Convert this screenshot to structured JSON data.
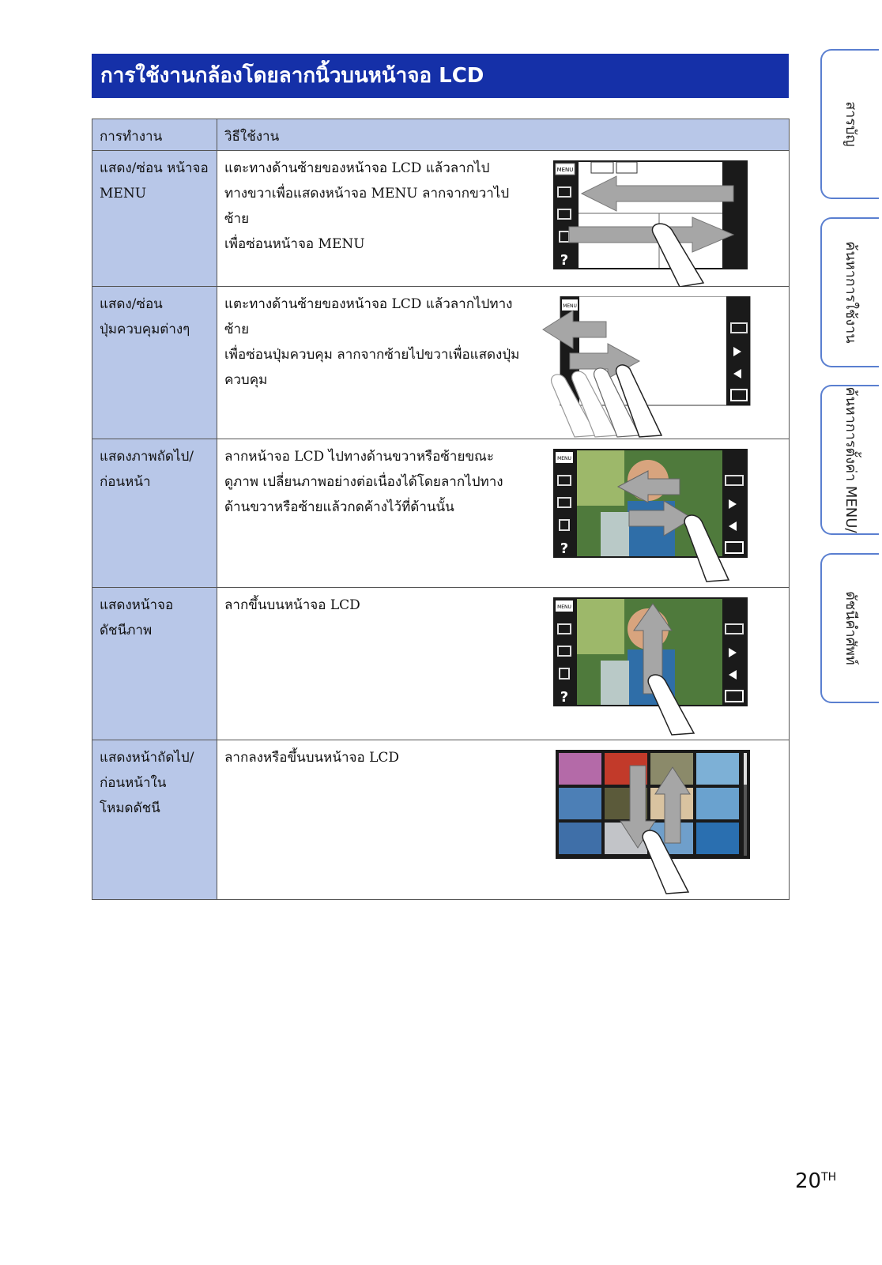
{
  "page": {
    "title": "การใช้งานกล้องโดยลากนิ้วบนหน้าจอ LCD",
    "page_number": "20",
    "page_suffix": "TH"
  },
  "side_tabs": [
    {
      "label": "สารบัญ"
    },
    {
      "label": "ค้นหาการใช้งาน"
    },
    {
      "label": "ค้นหาการตั้งค่า MENU/"
    },
    {
      "label": "ดัชนีคำศัพท์"
    }
  ],
  "table": {
    "headers": [
      "การทำงาน",
      "วิธีใช้งาน"
    ],
    "rows": [
      {
        "op": [
          "แสดง/ซ่อน หน้าจอ",
          "MENU"
        ],
        "desc": [
          "แตะทางด้านซ้ายของหน้าจอ LCD แล้วลากไป",
          "ทางขวาเพื่อแสดงหน้าจอ MENU ลากจากขวาไปซ้าย",
          "เพื่อซ่อนหน้าจอ MENU"
        ],
        "illustration": "menu-show-hide-illustration"
      },
      {
        "op": [
          "แสดง/ซ่อน",
          "ปุ่มควบคุมต่างๆ"
        ],
        "desc": [
          "แตะทางด้านซ้ายของหน้าจอ LCD แล้วลากไปทางซ้าย",
          "เพื่อซ่อนปุ่มควบคุม ลากจากซ้ายไปขวาเพื่อแสดงปุ่ม",
          "ควบคุม"
        ],
        "illustration": "controls-show-hide-illustration"
      },
      {
        "op": [
          "แสดงภาพถัดไป/",
          "ก่อนหน้า"
        ],
        "desc": [
          "ลากหน้าจอ LCD ไปทางด้านขวาหรือซ้ายขณะ",
          "ดูภาพ   เปลี่ยนภาพอย่างต่อเนื่องได้โดยลากไปทาง",
          "ด้านขวาหรือซ้ายแล้วกดค้างไว้ที่ด้านนั้น"
        ],
        "illustration": "next-prev-image-illustration"
      },
      {
        "op": [
          "แสดงหน้าจอ",
          "ดัชนีภาพ"
        ],
        "desc": [
          "ลากขึ้นบนหน้าจอ LCD"
        ],
        "illustration": "index-screen-illustration"
      },
      {
        "op": [
          "แสดงหน้าถัดไป/",
          "ก่อนหน้าใน",
          "โหมดดัชนี"
        ],
        "desc": [
          "ลากลงหรือขึ้นบนหน้าจอ LCD"
        ],
        "illustration": "index-page-scroll-illustration"
      }
    ]
  },
  "lcd_labels": {
    "menu_button": "MENU",
    "help": "?"
  },
  "colors": {
    "title_bar": "#1530a8",
    "header_fill": "#b8c7e8",
    "tab_border": "#5a7fd0"
  }
}
